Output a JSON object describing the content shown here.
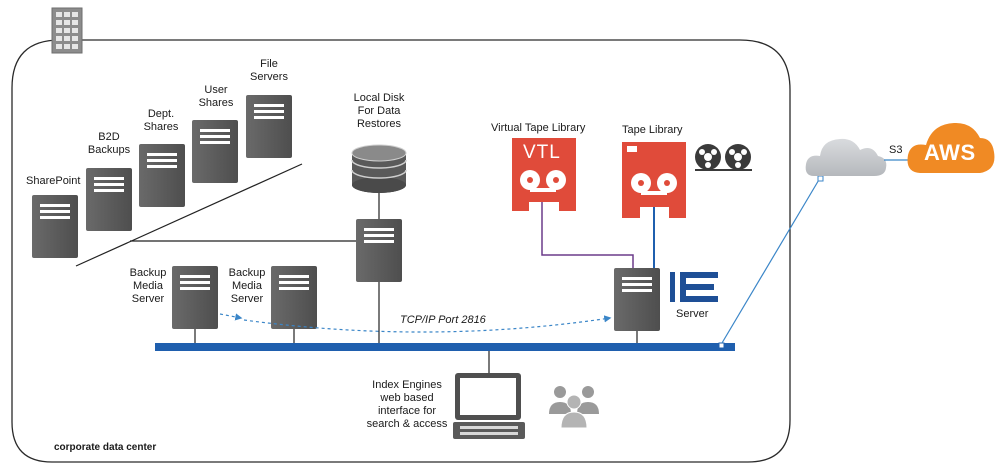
{
  "labels": {
    "sharepoint": "SharePoint",
    "b2d": [
      "B2D",
      "Backups"
    ],
    "dept": [
      "Dept.",
      "Shares"
    ],
    "user": [
      "User",
      "Shares"
    ],
    "file": [
      "File",
      "Servers"
    ],
    "local_disk": [
      "Local Disk",
      "For Data",
      "Restores"
    ],
    "vtl_title": "Virtual Tape Library",
    "vtl_text": "VTL",
    "tape_library": "Tape Library",
    "s3": "S3",
    "aws": "AWS",
    "bms1": [
      "Backup",
      "Media",
      "Server"
    ],
    "bms2": [
      "Backup",
      "Media",
      "Server"
    ],
    "tcp": "TCP/IP Port 2816",
    "server": "Server",
    "index_engines": [
      "Index Engines",
      "web based",
      "interface for",
      "search & access"
    ],
    "corporate": "corporate data center"
  },
  "colors": {
    "server_fill": "#5f5f5f",
    "network_bus": "#1f5fae",
    "vtl_red": "#e04b3a",
    "aws_orange": "#f08a24",
    "cloud_gray": "#c9ccd0",
    "purple_link": "#6b3b8a",
    "ie_blue": "#1e4f96",
    "dashed_arrow": "#3b86c8"
  },
  "icons": [
    "building-icon",
    "server-icon",
    "disk-stack-icon",
    "vtl-icon",
    "tape-library-icon",
    "tape-reels-icon",
    "cloud-icon",
    "aws-logo-icon",
    "laptop-icon",
    "users-icon",
    "ie-logo-icon"
  ]
}
